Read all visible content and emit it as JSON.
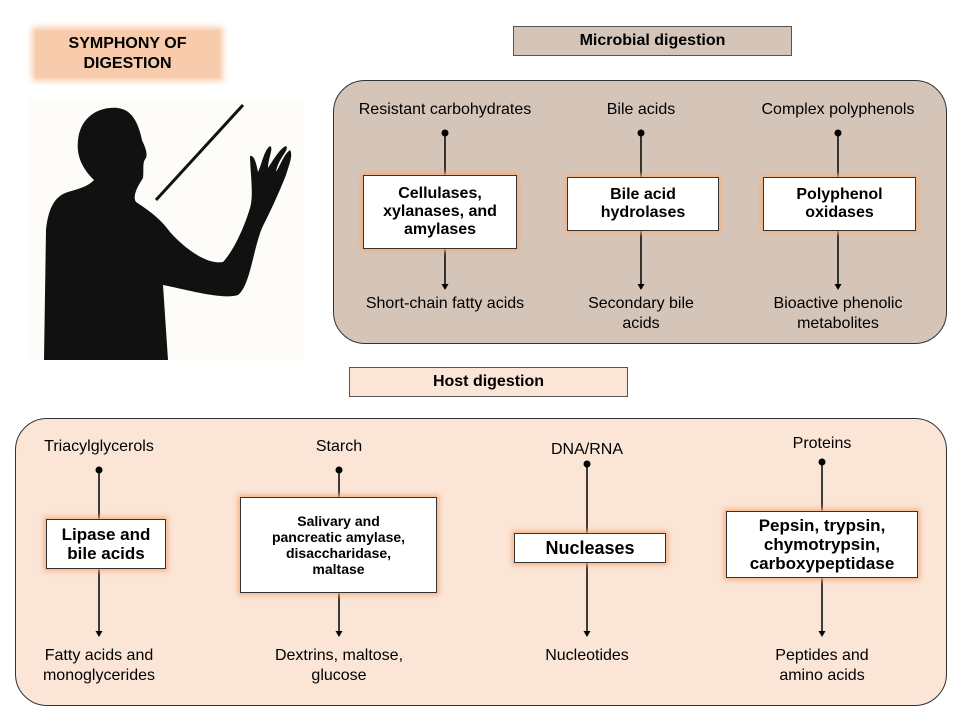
{
  "title": "SYMPHONY  OF\nDIGESTION",
  "microbial": {
    "header": "Microbial digestion",
    "columns": [
      {
        "input": "Resistant carbohydrates",
        "enzyme": "Cellulases,\nxylanases, and\namylases",
        "output": "Short-chain fatty acids"
      },
      {
        "input": "Bile acids",
        "enzyme": "Bile acid\nhydrolases",
        "output": "Secondary bile\nacids"
      },
      {
        "input": "Complex polyphenols",
        "enzyme": "Polyphenol\noxidases",
        "output": "Bioactive phenolic\nmetabolites"
      }
    ]
  },
  "host": {
    "header": "Host digestion",
    "columns": [
      {
        "input": "Triacylglycerols",
        "enzyme": "Lipase and\nbile acids",
        "output": "Fatty acids and\nmonoglycerides"
      },
      {
        "input": "Starch",
        "enzyme": "Salivary  and\npancreatic  amylase,\ndisaccharidase,\nmaltase",
        "output": "Dextrins, maltose,\nglucose"
      },
      {
        "input": "DNA/RNA",
        "enzyme": "Nucleases",
        "output": "Nucleotides"
      },
      {
        "input": "Proteins",
        "enzyme": "Pepsin, trypsin,\nchymotrypsin,\ncarboxypeptidase",
        "output": "Peptides and\namino acids"
      }
    ]
  },
  "colors": {
    "microbial_panel": "#d5c5b9",
    "host_panel": "#fbe5d6",
    "title_box": "#f8cbad",
    "enzyme_glow": "#f4b183"
  },
  "icons": {
    "illustration": "conductor-silhouette-icon"
  }
}
